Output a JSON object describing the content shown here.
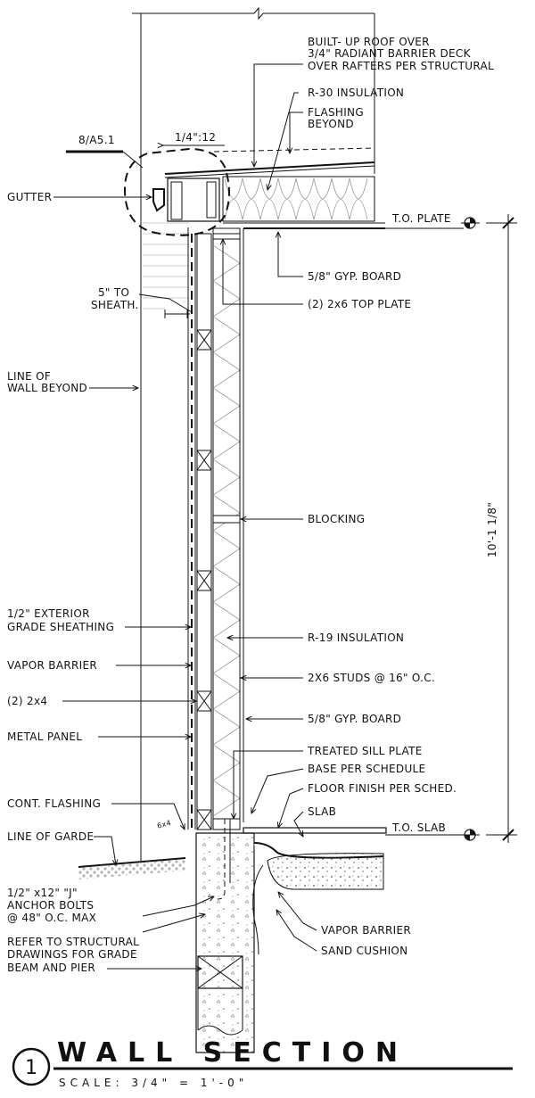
{
  "labels": {
    "roof_1": "BUILT- UP ROOF OVER",
    "roof_2": "3/4\" RADIANT BARRIER DECK",
    "roof_3": "OVER RAFTERS PER STRUCTURAL",
    "r30": "R-30 INSULATION",
    "flashing_1": "FLASHING",
    "flashing_2": "BEYOND",
    "detail_ref": "8/A5.1",
    "slope": "1/4\":12",
    "gutter": "GUTTER",
    "to_plate": "T.O. PLATE",
    "gyp_top": "5/8\" GYP. BOARD",
    "sheath_1": "5\" TO",
    "sheath_2": "SHEATH.",
    "top_plate": "(2) 2x6 TOP PLATE",
    "wall_beyond_1": "LINE OF",
    "wall_beyond_2": "WALL BEYOND",
    "blocking": "BLOCKING",
    "height_dim": "10'-1 1/8\"",
    "ext_sheath_1": "1/2\" EXTERIOR",
    "ext_sheath_2": "GRADE SHEATHING",
    "r19": "R-19 INSULATION",
    "vapor_barrier": "VAPOR BARRIER",
    "studs": "2X6 STUDS @ 16\" O.C.",
    "two_2x4": "(2) 2x4",
    "gyp_bottom": "5/8\" GYP. BOARD",
    "metal_panel": "METAL PANEL",
    "sill_plate": "TREATED SILL PLATE",
    "base": "BASE PER SCHEDULE",
    "cont_flashing": "CONT. FLASHING",
    "floor_finish": "FLOOR FINISH PER SCHED.",
    "slab": "SLAB",
    "line_grade": "LINE OF GARDE",
    "to_slab": "T.O. SLAB",
    "sill_size": "6x4",
    "anchor_1": "1/2\" x12\" \"J\"",
    "anchor_2": "ANCHOR BOLTS",
    "anchor_3": "@ 48\" O.C. MAX",
    "refer_1": "REFER TO STRUCTURAL",
    "refer_2": "DRAWINGS FOR GRADE",
    "refer_3": "BEAM AND PIER",
    "vapor_barrier_2": "VAPOR BARRIER",
    "sand": "SAND CUSHION"
  },
  "title_block": {
    "number": "1",
    "title": "WALL SECTION",
    "scale": "SCALE: 3/4\" = 1'-0\""
  }
}
